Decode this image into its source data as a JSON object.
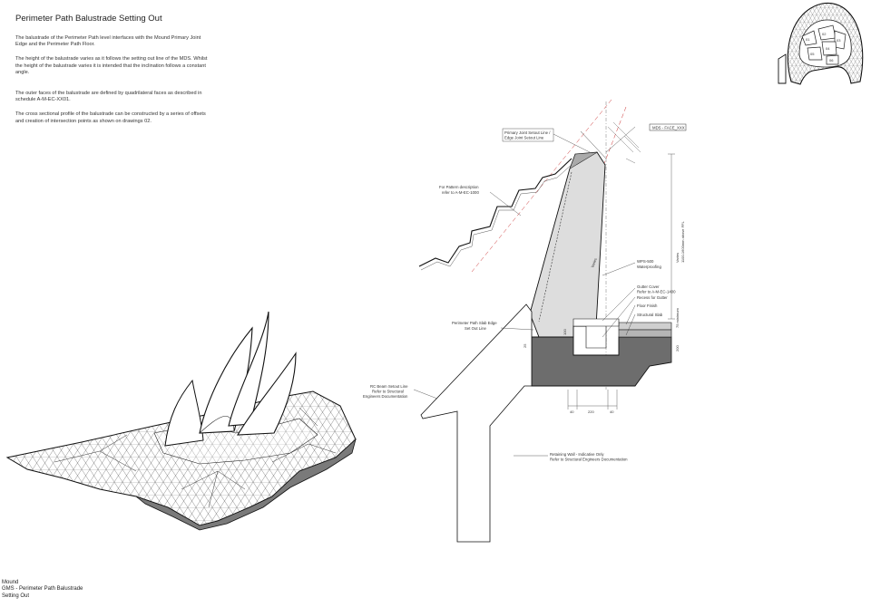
{
  "sheet": {
    "title": "Perimeter Path Balustrade Setting Out",
    "notes": [
      "The balustrade of the Perimeter Path level interfaces with the Mound Primary Joint Edge and the Perimeter Path Floor.",
      "The height of the balustrade varies as it follows the setting out line of the MDS. Whilst the height of the balustrade varies it is intended that the inclination follows a constant angle.",
      "The outer faces of the balustrade are defined by quadrilateral faces as described in schedule A-M-EC-XX01.",
      "The cross sectional profile of the balustrade can be constructed by a series of offsets and creation of intersection points as shown on drawings 02."
    ]
  },
  "footer": {
    "line1": "Mound",
    "line2": "GMS - Perimeter Path Balustrade",
    "line3": "Setting Out"
  },
  "section_labels": {
    "primary_joint": "Primary Joint Setout Line /",
    "edge_joint": "Edge Joint Setout Line",
    "mds_face": "MDS - FACE_XXX",
    "pattern_1": "For Pattern description",
    "pattern_2": "refer to A-M-EC-1000",
    "wps_1": "WPS-500",
    "wps_2": "Waterproofing",
    "gutter_1": "Gutter Cover",
    "gutter_2": "Refer to A-M-EC-1400",
    "recess": "Recess for Gutter",
    "floor": "Floor Finish",
    "slab": "Structural Slab",
    "slab_edge_1": "Perimeter Path Slab Edge",
    "slab_edge_2": "Set Out Line",
    "rc_1": "RC Beam Setout Line",
    "rc_2": "Refer to Structural",
    "rc_3": "Engineers Documentation",
    "ret_1": "Retaining Wall - Indicative Only",
    "ret_2": "Refer to Structural Engineers Documentation",
    "varies": "Varies",
    "height_note_1": "Varies",
    "height_note_2": "1100-1600mm above FFL",
    "dim_75": "75 minimum",
    "dim_200": "200",
    "dim_40a": "40",
    "dim_220": "220",
    "dim_40b": "40",
    "dim_100": "100",
    "dim_25": "25"
  },
  "key_plan": {
    "zones": [
      "01",
      "02",
      "03",
      "04",
      "05",
      "06"
    ]
  }
}
